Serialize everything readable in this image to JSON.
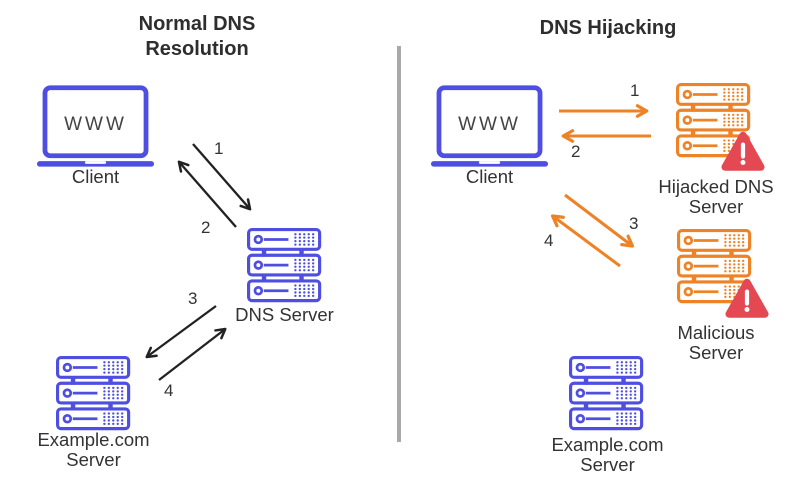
{
  "left": {
    "title_line1": "Normal DNS",
    "title_line2": "Resolution",
    "client_screen_text": "WWW",
    "client_label": "Client",
    "dns_server_label": "DNS Server",
    "example_server_line1": "Example.com",
    "example_server_line2": "Server",
    "arrows": {
      "n1": "1",
      "n2": "2",
      "n3": "3",
      "n4": "4"
    }
  },
  "right": {
    "title": "DNS Hijacking",
    "client_screen_text": "WWW",
    "client_label": "Client",
    "hijacked_line1": "Hijacked DNS",
    "hijacked_line2": "Server",
    "malicious_line1": "Malicious",
    "malicious_line2": "Server",
    "example_server_line1": "Example.com",
    "example_server_line2": "Server",
    "arrows": {
      "n1": "1",
      "n2": "2",
      "n3": "3",
      "n4": "4"
    }
  },
  "colors": {
    "client_blue": "#4E4EE2",
    "server_blue": "#4E4EE2",
    "attack_orange": "#EE8226",
    "warning_red": "#E44852",
    "arrow_black": "#222222",
    "text": "#333333",
    "divider": "#A9A9A9"
  },
  "icons": {
    "laptop-icon": "laptop outline with base bar",
    "server-stack-icon": "rack of three server units with LED and vents",
    "warning-icon": "red rounded triangle with white exclamation mark"
  }
}
